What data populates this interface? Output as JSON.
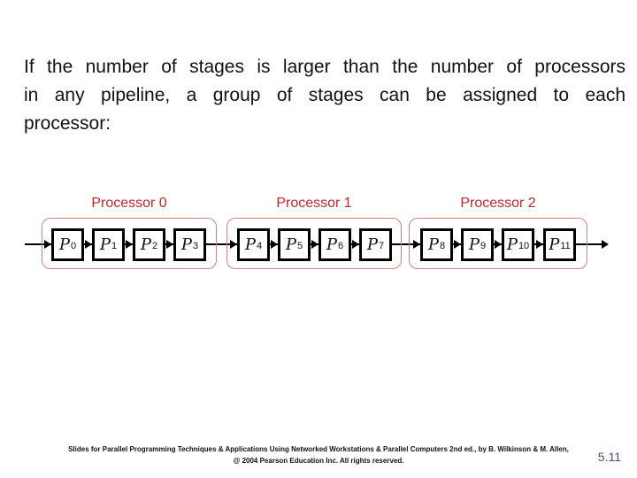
{
  "slide": {
    "background": "#ffffff"
  },
  "intro": {
    "lines": [
      "If the number of stages is larger than the number of processors",
      "in any pipeline, a group of stages can be assigned to each",
      "processor:"
    ],
    "text_color": "#111111"
  },
  "diagram": {
    "accent_red": "#c0272c",
    "group_border_color": "#d4807f",
    "box_border_color": "#000000",
    "flow_direction": "left-to-right",
    "groups": [
      {
        "label": "Processor 0",
        "stages": [
          {
            "base": "P",
            "sub": "0"
          },
          {
            "base": "P",
            "sub": "1"
          },
          {
            "base": "P",
            "sub": "2"
          },
          {
            "base": "P",
            "sub": "3"
          }
        ]
      },
      {
        "label": "Processor 1",
        "stages": [
          {
            "base": "P",
            "sub": "4"
          },
          {
            "base": "P",
            "sub": "5"
          },
          {
            "base": "P",
            "sub": "6"
          },
          {
            "base": "P",
            "sub": "7"
          }
        ]
      },
      {
        "label": "Processor 2",
        "stages": [
          {
            "base": "P",
            "sub": "8"
          },
          {
            "base": "P",
            "sub": "9"
          },
          {
            "base": "P",
            "sub": "10"
          },
          {
            "base": "P",
            "sub": "11"
          }
        ]
      }
    ]
  },
  "footer": {
    "line1": "Slides for Parallel Programming Techniques & Applications Using Networked Workstations & Parallel Computers 2nd ed., by B. Wilkinson & M. Allen,",
    "line2": "@ 2004 Pearson Education Inc. All rights reserved.",
    "page_number": "5.11",
    "page_number_color": "#44517e"
  }
}
